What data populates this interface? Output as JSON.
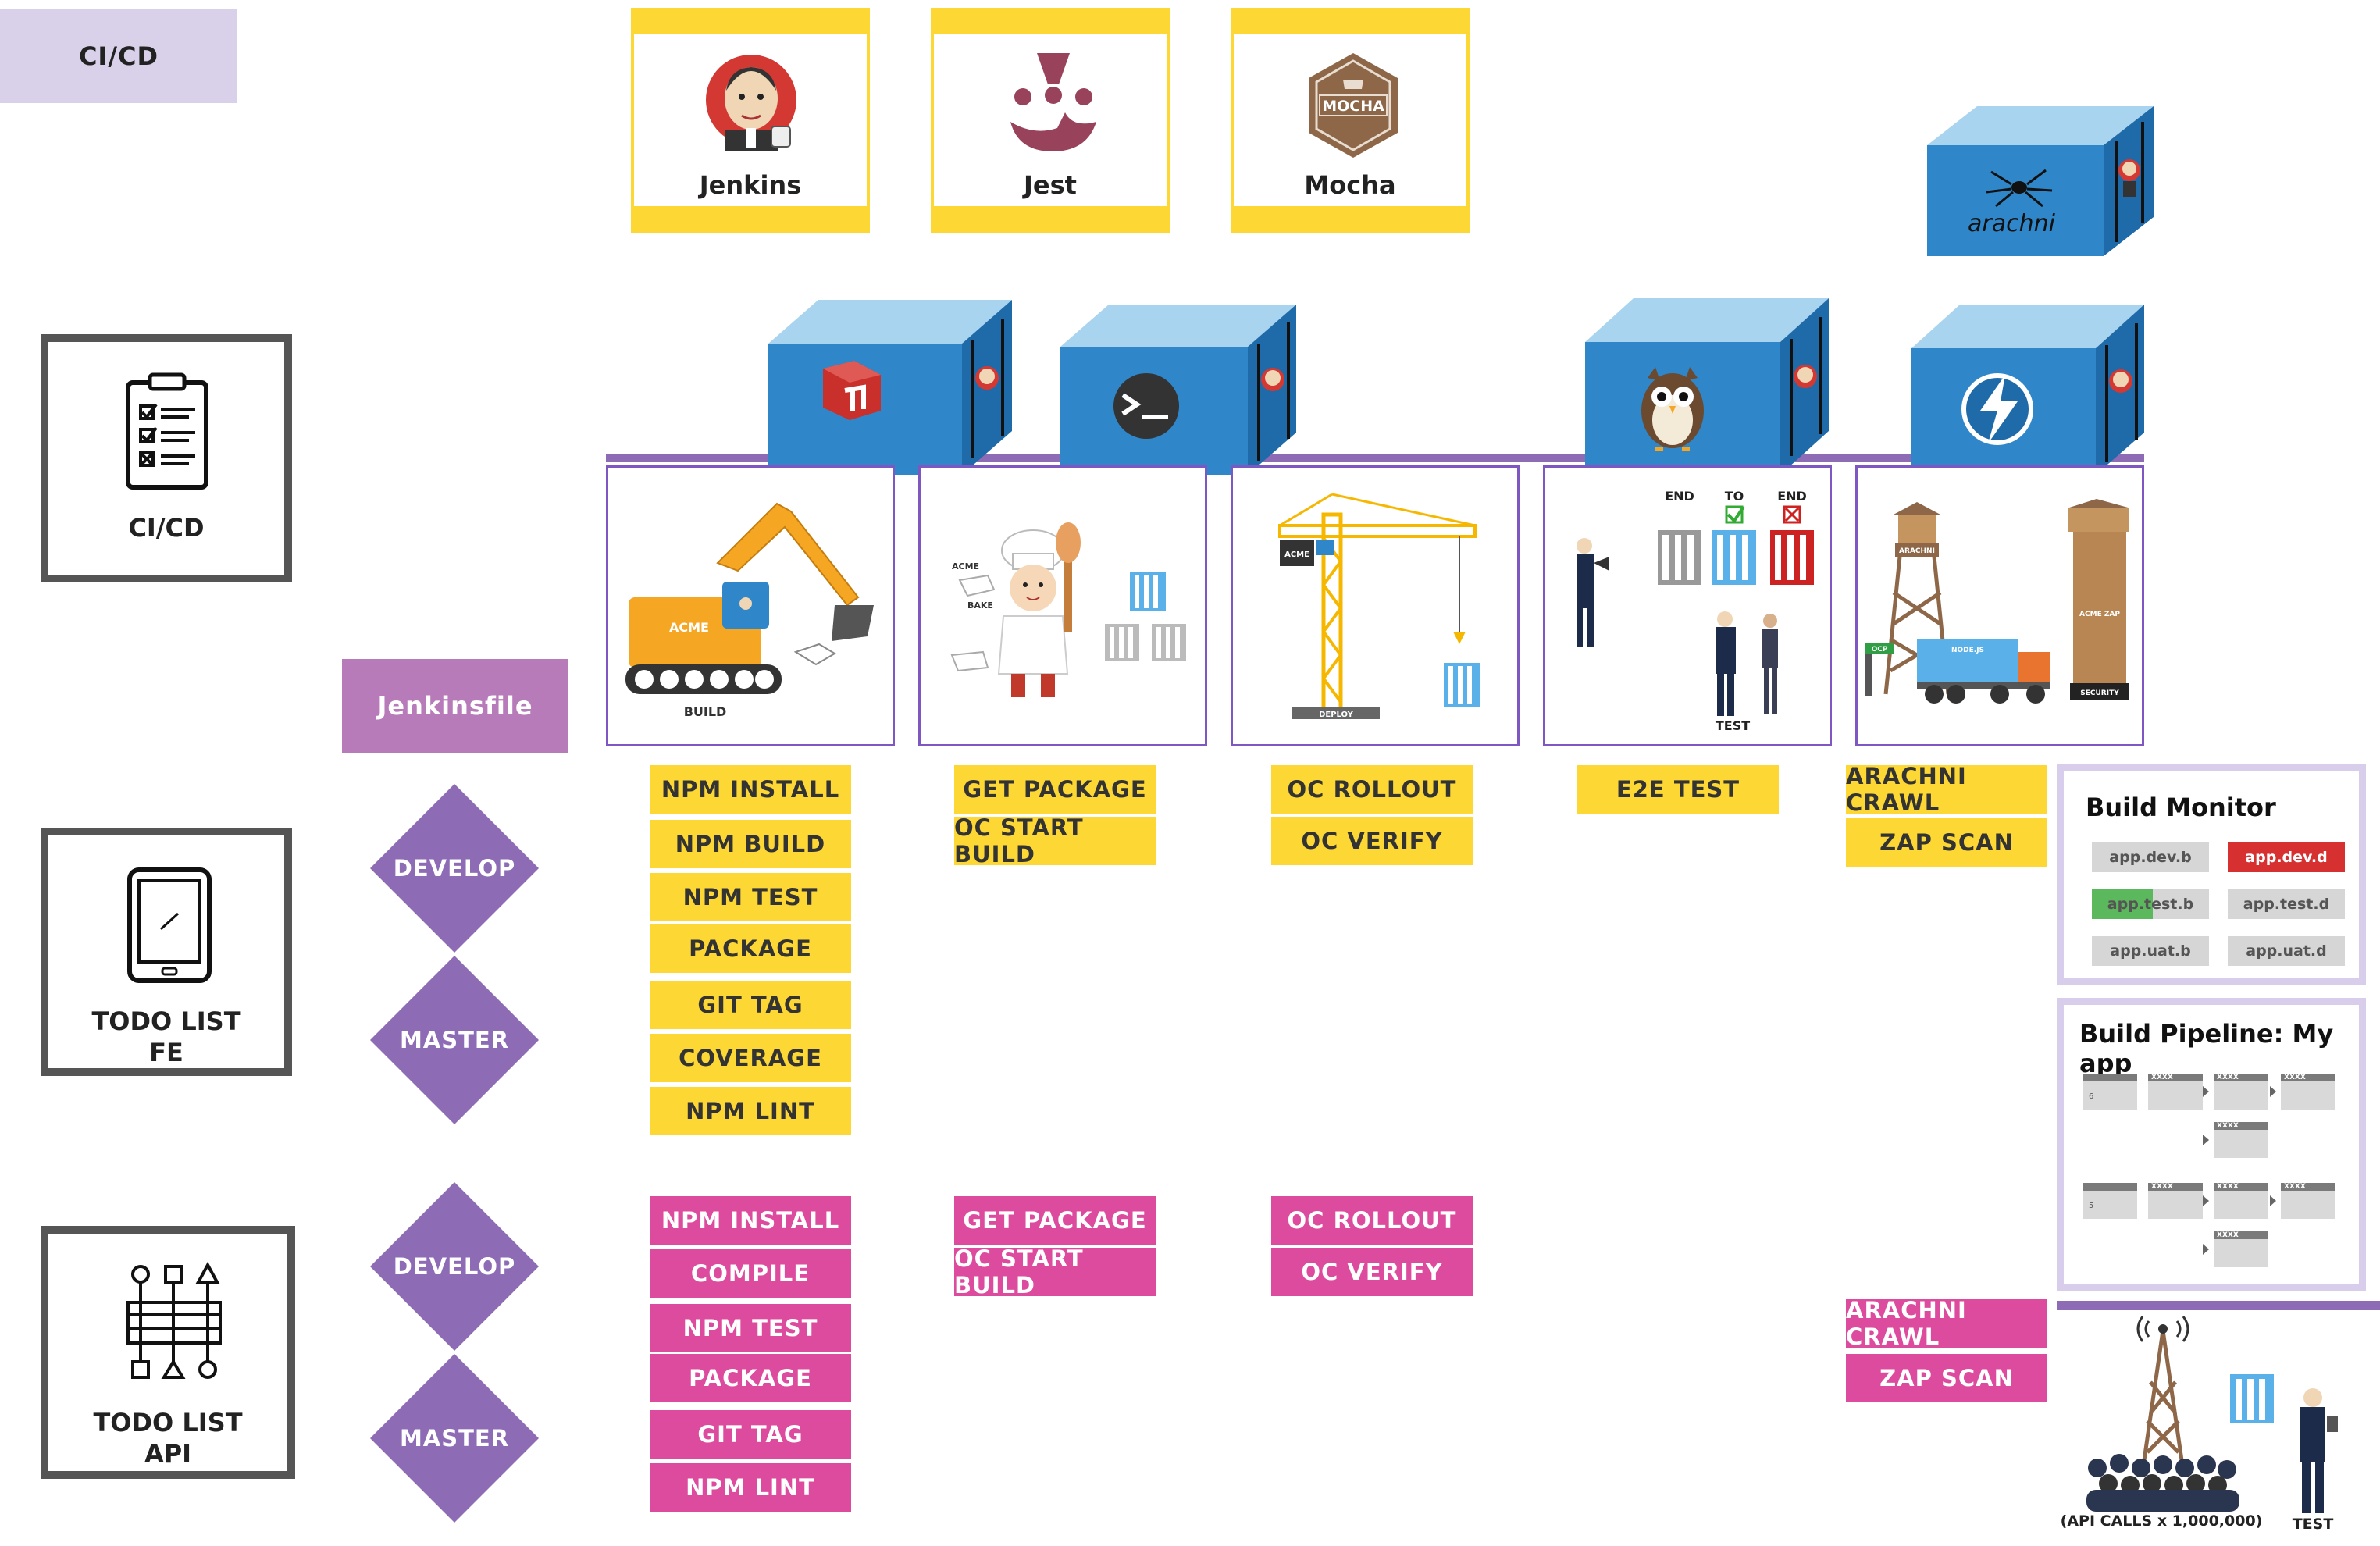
{
  "header": {
    "cicd_tag": "CI/CD"
  },
  "tools": [
    {
      "name": "Jenkins"
    },
    {
      "name": "Jest"
    },
    {
      "name": "Mocha",
      "logo_text": "MOCHA"
    }
  ],
  "arachni_logo_text": "arachni",
  "jenkinsfile_label": "Jenkinsfile",
  "panels": {
    "cicd": "CI/CD",
    "fe": [
      "TODO LIST",
      "FE"
    ],
    "api": [
      "TODO LIST",
      "API"
    ]
  },
  "branches": {
    "develop": "DEVELOP",
    "master": "MASTER"
  },
  "stages": {
    "build": {
      "machine": "ACME",
      "caption": "BUILD"
    },
    "bake": {
      "tag1": "ACME",
      "tag2": "BAKE"
    },
    "deploy": {
      "tag1": "ACME",
      "caption": "DEPLOY"
    },
    "test": {
      "end1": "END",
      "to": "TO",
      "end2": "END",
      "caption": "TEST"
    },
    "security": {
      "tower": "ARACHNI",
      "truck": "NODE.JS",
      "sign": "OCP",
      "zap": "ACME ZAP",
      "caption": "SECURITY"
    }
  },
  "fe_steps": {
    "build": [
      "NPM INSTALL",
      "NPM BUILD",
      "NPM TEST",
      "PACKAGE",
      "GIT TAG",
      "COVERAGE",
      "NPM LINT"
    ],
    "bake": [
      "GET PACKAGE",
      "OC START BUILD"
    ],
    "deploy": [
      "OC ROLLOUT",
      "OC VERIFY"
    ],
    "test": [
      "E2E TEST"
    ],
    "security": [
      "ARACHNI CRAWL",
      "ZAP SCAN"
    ]
  },
  "api_steps": {
    "build": [
      "NPM INSTALL",
      "COMPILE",
      "NPM TEST",
      "PACKAGE",
      "GIT TAG",
      "NPM LINT"
    ],
    "bake": [
      "GET PACKAGE",
      "OC START BUILD"
    ],
    "deploy": [
      "OC ROLLOUT",
      "OC VERIFY"
    ],
    "security": [
      "ARACHNI CRAWL",
      "ZAP SCAN"
    ]
  },
  "build_monitor": {
    "title": "Build Monitor",
    "cells": [
      "app.dev.b",
      "app.dev.d",
      "app.test.b",
      "app.test.d",
      "app.uat.b",
      "app.uat.d"
    ]
  },
  "build_pipeline": {
    "title": "Build Pipeline: My app",
    "cell_label": "XXXX",
    "run_numbers": [
      "6",
      "5"
    ]
  },
  "api_load": {
    "caption": "(API CALLS x 1,000,000)",
    "test": "TEST"
  },
  "colors": {
    "yellow": "#fdd835",
    "pink": "#dc4b9d",
    "purple": "#8e6bb5",
    "lavender": "#d9d0ea",
    "cube_front": "#2f86c8",
    "cube_top": "#a8d4f0",
    "cube_side": "#1f6aa8"
  }
}
